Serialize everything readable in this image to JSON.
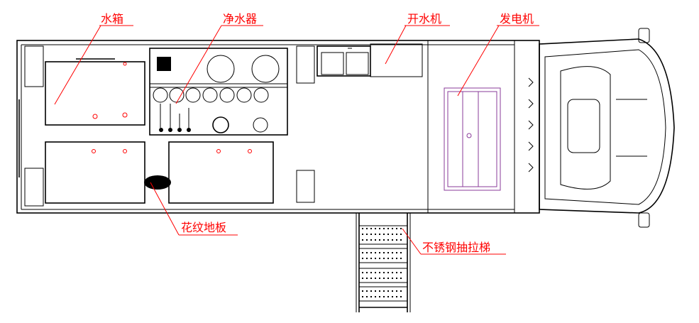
{
  "labels": {
    "water_tank": "水箱",
    "water_purifier": "净水器",
    "water_boiler": "开水机",
    "generator": "发电机",
    "checkered_floor": "花纹地板",
    "stainless_ladder": "不锈钢抽拉梯"
  },
  "colors": {
    "label": "#ff0000",
    "generator_outline": "#8a3b9a",
    "line": "#000000"
  }
}
